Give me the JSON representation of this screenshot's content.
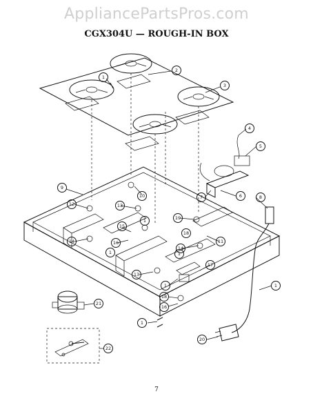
{
  "watermark": "AppliancePartsPros.com",
  "title": "CGX304U — ROUGH-IN BOX",
  "page_number": "7",
  "callouts": [
    "1",
    "2",
    "3",
    "4",
    "5",
    "6",
    "7",
    "8",
    "9",
    "10",
    "11",
    "12",
    "13",
    "14",
    "15",
    "16",
    "17",
    "18",
    "19",
    "20",
    "21",
    "22"
  ]
}
